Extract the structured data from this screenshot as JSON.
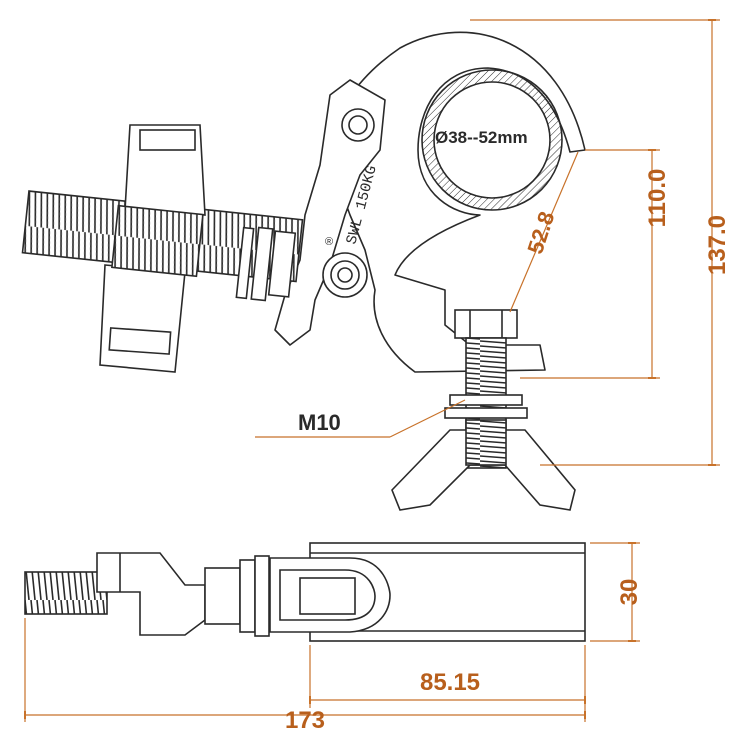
{
  "colors": {
    "line": "#2a2a2a",
    "dimension": "#c8722a",
    "dimension_text": "#b85f1c",
    "fill": "#ffffff"
  },
  "labels": {
    "stamp": "SWL 150KG",
    "registered": "®",
    "pipe_range": "Ø38--52mm",
    "bolt_size": "M10"
  },
  "dimensions": {
    "height_total": "137.0",
    "height_inner": "110.0",
    "diagonal": "52.8",
    "width_side": "30",
    "length_body": "85.15",
    "length_total": "173"
  }
}
